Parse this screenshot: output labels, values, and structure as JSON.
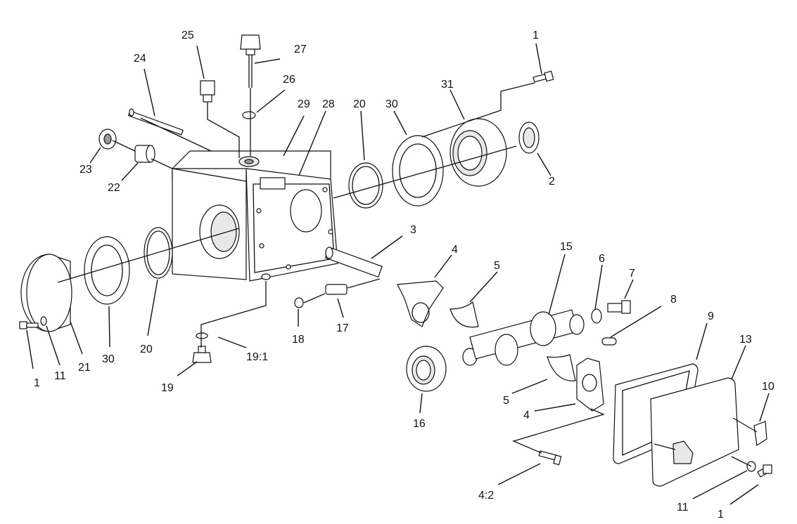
{
  "diagram": {
    "callouts": {
      "c1_top": "1",
      "c27": "27",
      "c25": "25",
      "c24": "24",
      "c26": "26",
      "c31": "31",
      "c29": "29",
      "c28": "28",
      "c20_top": "20",
      "c30_top": "30",
      "c2": "2",
      "c23": "23",
      "c22": "22",
      "c3": "3",
      "c4_top": "4",
      "c15": "15",
      "c5_top": "5",
      "c6": "6",
      "c7": "7",
      "c8": "8",
      "c9": "9",
      "c13": "13",
      "c10": "10",
      "c18": "18",
      "c17": "17",
      "c19_1": "19:1",
      "c19": "19",
      "c20_bottom": "20",
      "c30_bottom": "30",
      "c21": "21",
      "c11_left": "11",
      "c1_left": "1",
      "c16": "16",
      "c5_bottom": "5",
      "c4_bottom": "4",
      "c4_2": "4:2",
      "c11_right": "11",
      "c1_right": "1"
    }
  }
}
